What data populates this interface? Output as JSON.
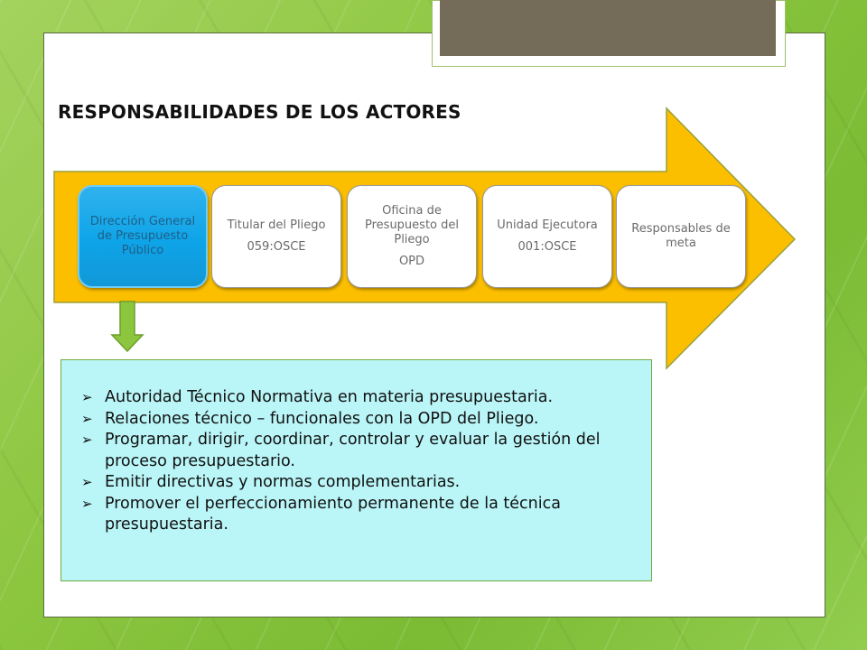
{
  "slide": {
    "title": "RESPONSABILIDADES DE LOS ACTORES"
  },
  "actors": [
    {
      "label": "Dirección General de Presupuesto Público",
      "sub": ""
    },
    {
      "label": "Titular del Pliego",
      "sub": "059:OSCE"
    },
    {
      "label": "Oficina de Presupuesto del Pliego",
      "sub": "OPD"
    },
    {
      "label": "Unidad Ejecutora",
      "sub": "001:OSCE"
    },
    {
      "label": "Responsables de meta",
      "sub": ""
    }
  ],
  "responsibilities": [
    "Autoridad Técnico Normativa en materia presupuestaria.",
    "Relaciones técnico – funcionales con la OPD del Pliego.",
    "Programar, dirigir, coordinar, controlar y evaluar la gestión del proceso presupuestario.",
    "Emitir directivas y normas complementarias.",
    "Promover el perfeccionamiento permanente de la técnica presupuestaria."
  ],
  "colors": {
    "arrow_fill": "#fcbf00",
    "arrow_stroke": "#9aa03a",
    "active_actor": "#0ea4e8",
    "info_box_bg": "#baf5f7",
    "down_arrow": "#8cc63f"
  },
  "icons": {
    "bullet": "arrow-bullet-icon",
    "connector": "down-arrow-icon"
  }
}
